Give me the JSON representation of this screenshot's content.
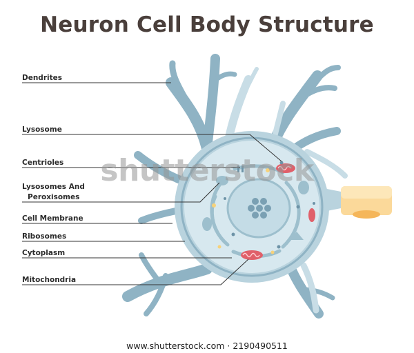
{
  "title": "Neuron Cell Body Structure",
  "labels": {
    "dendrites": "Dendrites",
    "lysosome": "Lysosome",
    "centrioles": "Centrioles",
    "lysosomes_peroxisomes_1": "Lysosomes And",
    "lysosomes_peroxisomes_2": "Peroxisomes",
    "cell_membrane": "Cell Membrane",
    "ribosomes": "Ribosomes",
    "cytoplasm": "Cytoplasm",
    "mitochondria": "Mitochondria"
  },
  "watermark": "shutterstock",
  "footer": "www.shutterstock.com · 2190490511",
  "colors": {
    "title": "#4a3f3b",
    "membrane_dark": "#8fb3c4",
    "membrane_mid": "#b9d3de",
    "cytoplasm": "#d7e8ef",
    "nucleus": "#c4dce6",
    "organelle": "#7aa0b3",
    "mitochondria": "#e0606a",
    "axon_hillock": "#fbd99a"
  }
}
